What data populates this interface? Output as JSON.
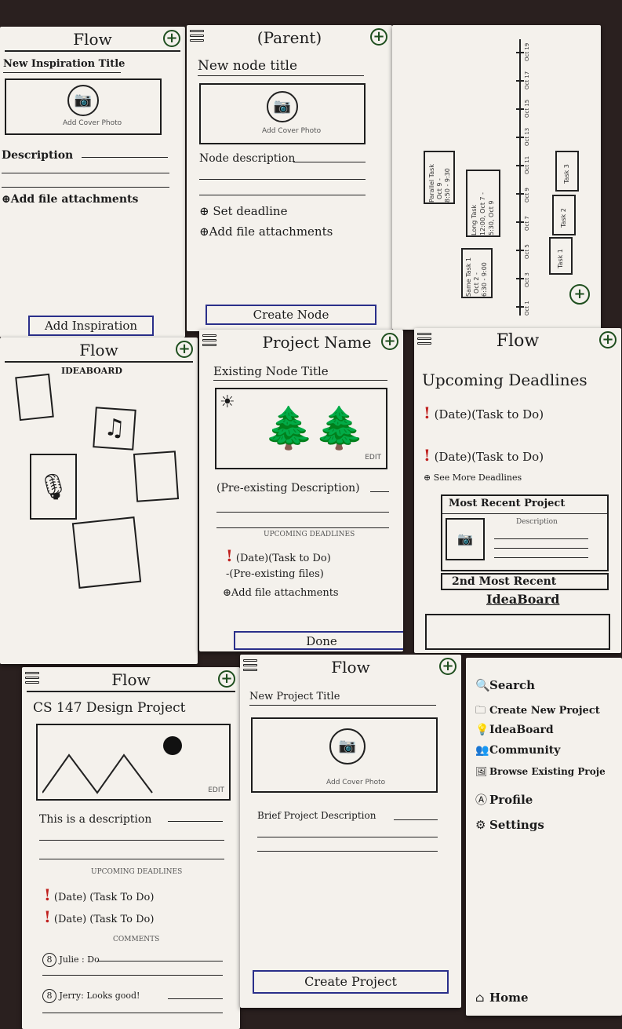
{
  "cards": {
    "inspiration": {
      "title": "Flow",
      "field_title": "New Inspiration Title",
      "cover_label": "Add Cover Photo",
      "description_label": "Description",
      "attach_label": "⊕Add file attachments",
      "button": "Add Inspiration"
    },
    "node": {
      "title": "(Parent)",
      "field_title": "New node title",
      "cover_label": "Add Cover Photo",
      "description_label": "Node description",
      "deadline_label": "⊕ Set deadline",
      "attach_label": "⊕Add file attachments",
      "button": "Create Node"
    },
    "timeline": {
      "dates": [
        "Oct 1",
        "Oct 3",
        "Oct 5",
        "Oct 7",
        "Oct 9",
        "Oct 11",
        "Oct 13",
        "Oct 15",
        "Oct 17",
        "Oct 19"
      ],
      "parallel_task": [
        "Parallel Task",
        "Oct 9 -",
        "8:50 - 9:30"
      ],
      "long_task": [
        "Long Task",
        "12:00, Oct 7 -",
        "5:30, Oct 9"
      ],
      "same_task": [
        "Same Task 1",
        "Oct 2 -",
        "6:30 - 9:00"
      ],
      "tasks": [
        "Task 1",
        "Task 2",
        "Task 3"
      ]
    },
    "ideaboard": {
      "title": "Flow",
      "subtitle": "IDEABOARD"
    },
    "project_node": {
      "title": "Project Name",
      "field_title": "Existing Node Title",
      "edit_label": "EDIT",
      "description": "(Pre-existing Description)",
      "upcoming_label": "UPCOMING DEADLINES",
      "deadline": "(Date)(Task to Do)",
      "files": "-(Pre-existing files)",
      "attach_label": "⊕Add file attachments",
      "button": "Done"
    },
    "home": {
      "title": "Flow",
      "upcoming": "Upcoming Deadlines",
      "deadlines": [
        "(Date)(Task to Do)",
        "(Date)(Task to Do)"
      ],
      "see_more": "⊕ See More Deadlines",
      "recent": "Most Recent Project",
      "recent_desc": "Description",
      "second": "2nd Most Recent",
      "ideaboard": "IdeaBoard"
    },
    "project_view": {
      "title": "Flow",
      "project_title": "CS 147 Design Project",
      "edit_label": "EDIT",
      "description": "This is a description",
      "upcoming_label": "UPCOMING DEADLINES",
      "deadlines": [
        "(Date) (Task To Do)",
        "(Date) (Task To Do)"
      ],
      "comments_label": "COMMENTS",
      "comments": [
        {
          "name": "Julie :",
          "text": "Do"
        },
        {
          "name": "Jerry:",
          "text": "Looks good!"
        }
      ]
    },
    "new_project": {
      "title": "Flow",
      "field_title": "New Project Title",
      "cover_label": "Add Cover Photo",
      "description_label": "Brief Project Description",
      "button": "Create Project"
    },
    "menu": {
      "items": [
        "Search",
        "Create New Project",
        "IdeaBoard",
        "Community",
        "Browse Existing Proje",
        "Profile",
        "Settings"
      ],
      "home": "Home"
    }
  },
  "colors": {
    "background": "#2a201f",
    "paper": "#f4f1ec",
    "button_border": "#2a2f8a",
    "alert": "#c0201e",
    "plus": "#1f4f1f"
  }
}
